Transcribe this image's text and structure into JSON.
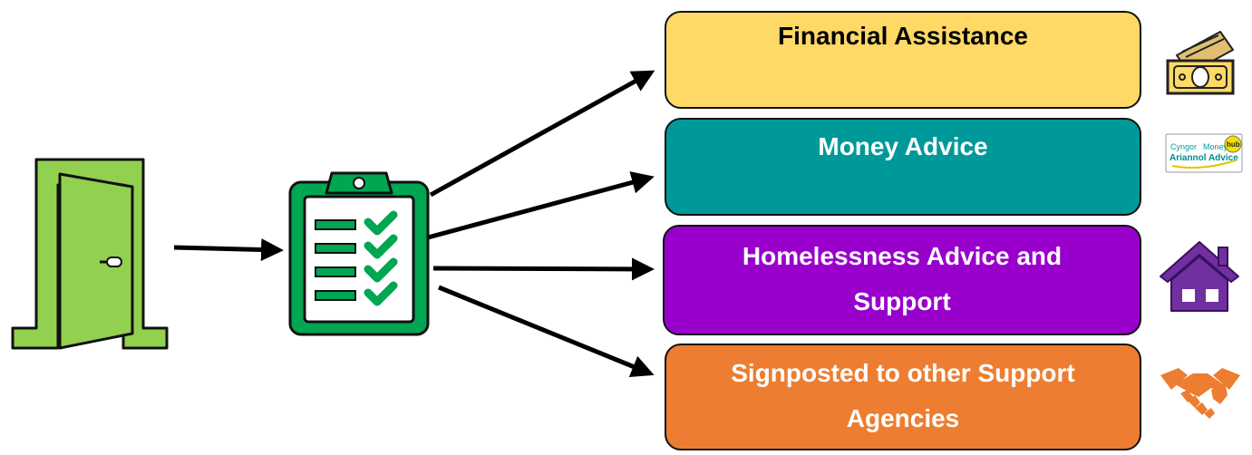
{
  "diagram": {
    "stages": [
      {
        "id": "door",
        "icon": "door-icon",
        "color": "#92d050"
      },
      {
        "id": "assessment",
        "icon": "clipboard-checklist-icon",
        "color": "#00a651"
      }
    ],
    "outcomes": [
      {
        "label": "Financial Assistance",
        "color": "#ffd966",
        "text_color": "#000000",
        "icon": "cash-icon"
      },
      {
        "label": "Money Advice",
        "color": "#009999",
        "text_color": "#ffffff",
        "icon": "money-advice-hub-logo",
        "logo_text": [
          "Cyngor",
          "Money",
          "Ariannol Advice",
          "hub"
        ]
      },
      {
        "label": "Homelessness Advice and Support",
        "color": "#9900cc",
        "text_color": "#ffffff",
        "icon": "house-icon",
        "icon_color": "#7030a0"
      },
      {
        "label": "Signposted to other Support Agencies",
        "color": "#ed7d31",
        "text_color": "#ffffff",
        "icon": "handshake-icon",
        "icon_color": "#ed7d31"
      }
    ]
  }
}
